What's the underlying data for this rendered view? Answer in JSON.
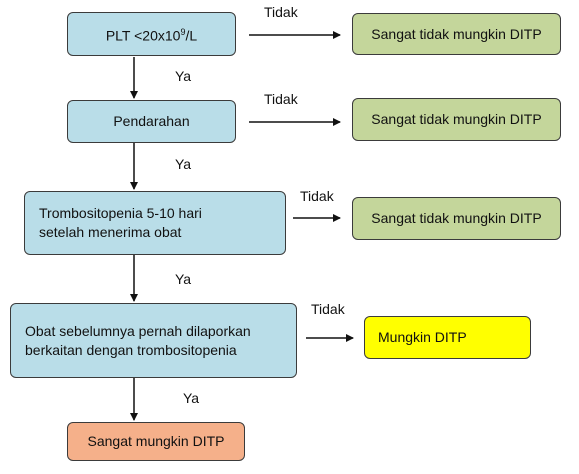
{
  "nodes": {
    "plt": {
      "prefix": "PLT <20x10",
      "sup": "9",
      "suffix": "/L"
    },
    "pendarahan": "Pendarahan",
    "trombositopenia": [
      "Trombositopenia 5-10 hari",
      "setelah menerima obat"
    ],
    "obat": [
      "Obat sebelumnya pernah dilaporkan",
      "berkaitan dengan trombositopenia"
    ],
    "sangat_mungkin": "Sangat mungkin DITP",
    "tidak_mungkin_1": "Sangat tidak mungkin DITP",
    "tidak_mungkin_2": "Sangat tidak mungkin DITP",
    "tidak_mungkin_3": "Sangat tidak mungkin DITP",
    "mungkin": "Mungkin DITP"
  },
  "labels": {
    "tidak_1": "Tidak",
    "tidak_2": "Tidak",
    "tidak_3": "Tidak",
    "tidak_4": "Tidak",
    "ya_1": "Ya",
    "ya_2": "Ya",
    "ya_3": "Ya",
    "ya_4": "Ya"
  },
  "colors": {
    "decision": "#b9dde8",
    "unlikely": "#c4d69b",
    "possible": "#ffff00",
    "likely": "#f5b08a"
  }
}
